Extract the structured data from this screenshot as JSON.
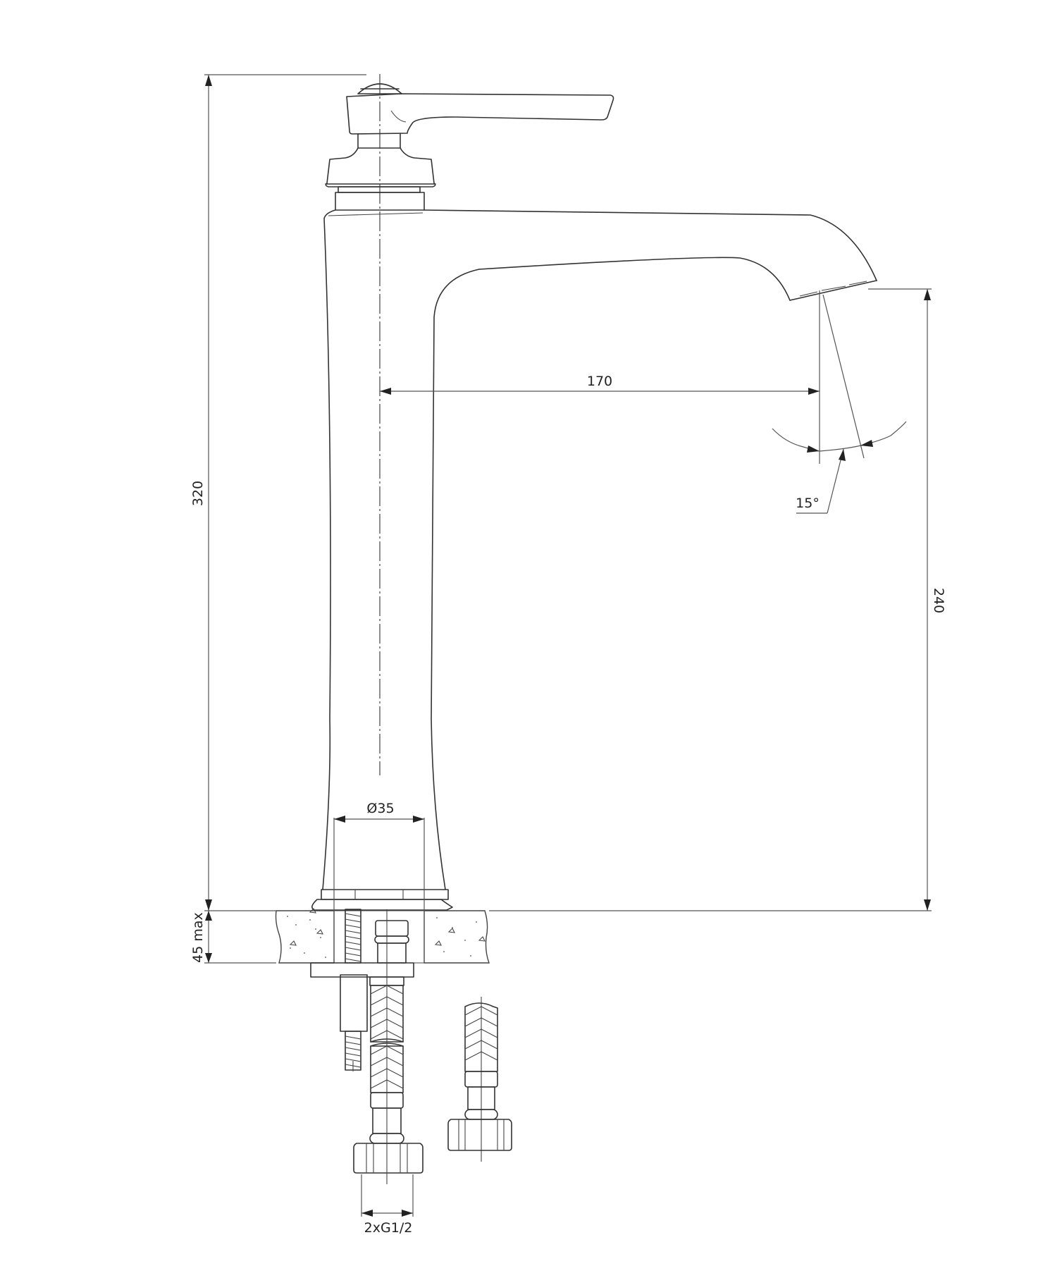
{
  "drawing": {
    "title": "Tall basin mixer technical drawing",
    "units": "mm",
    "line_color": "#333333",
    "background": "#ffffff"
  },
  "dimensions": {
    "total_height": "320",
    "spout_height": "240",
    "spout_reach": "170",
    "spout_angle": "15°",
    "base_diameter": "Ø35",
    "max_countertop_thickness": "45 max",
    "connection_thread": "2xG1/2"
  },
  "components": [
    {
      "name": "handle-lever"
    },
    {
      "name": "cartridge-cap"
    },
    {
      "name": "body"
    },
    {
      "name": "spout"
    },
    {
      "name": "base-flange"
    },
    {
      "name": "countertop"
    },
    {
      "name": "mounting-stud"
    },
    {
      "name": "mounting-plate"
    },
    {
      "name": "flexible-hose-left"
    },
    {
      "name": "flexible-hose-right"
    }
  ]
}
